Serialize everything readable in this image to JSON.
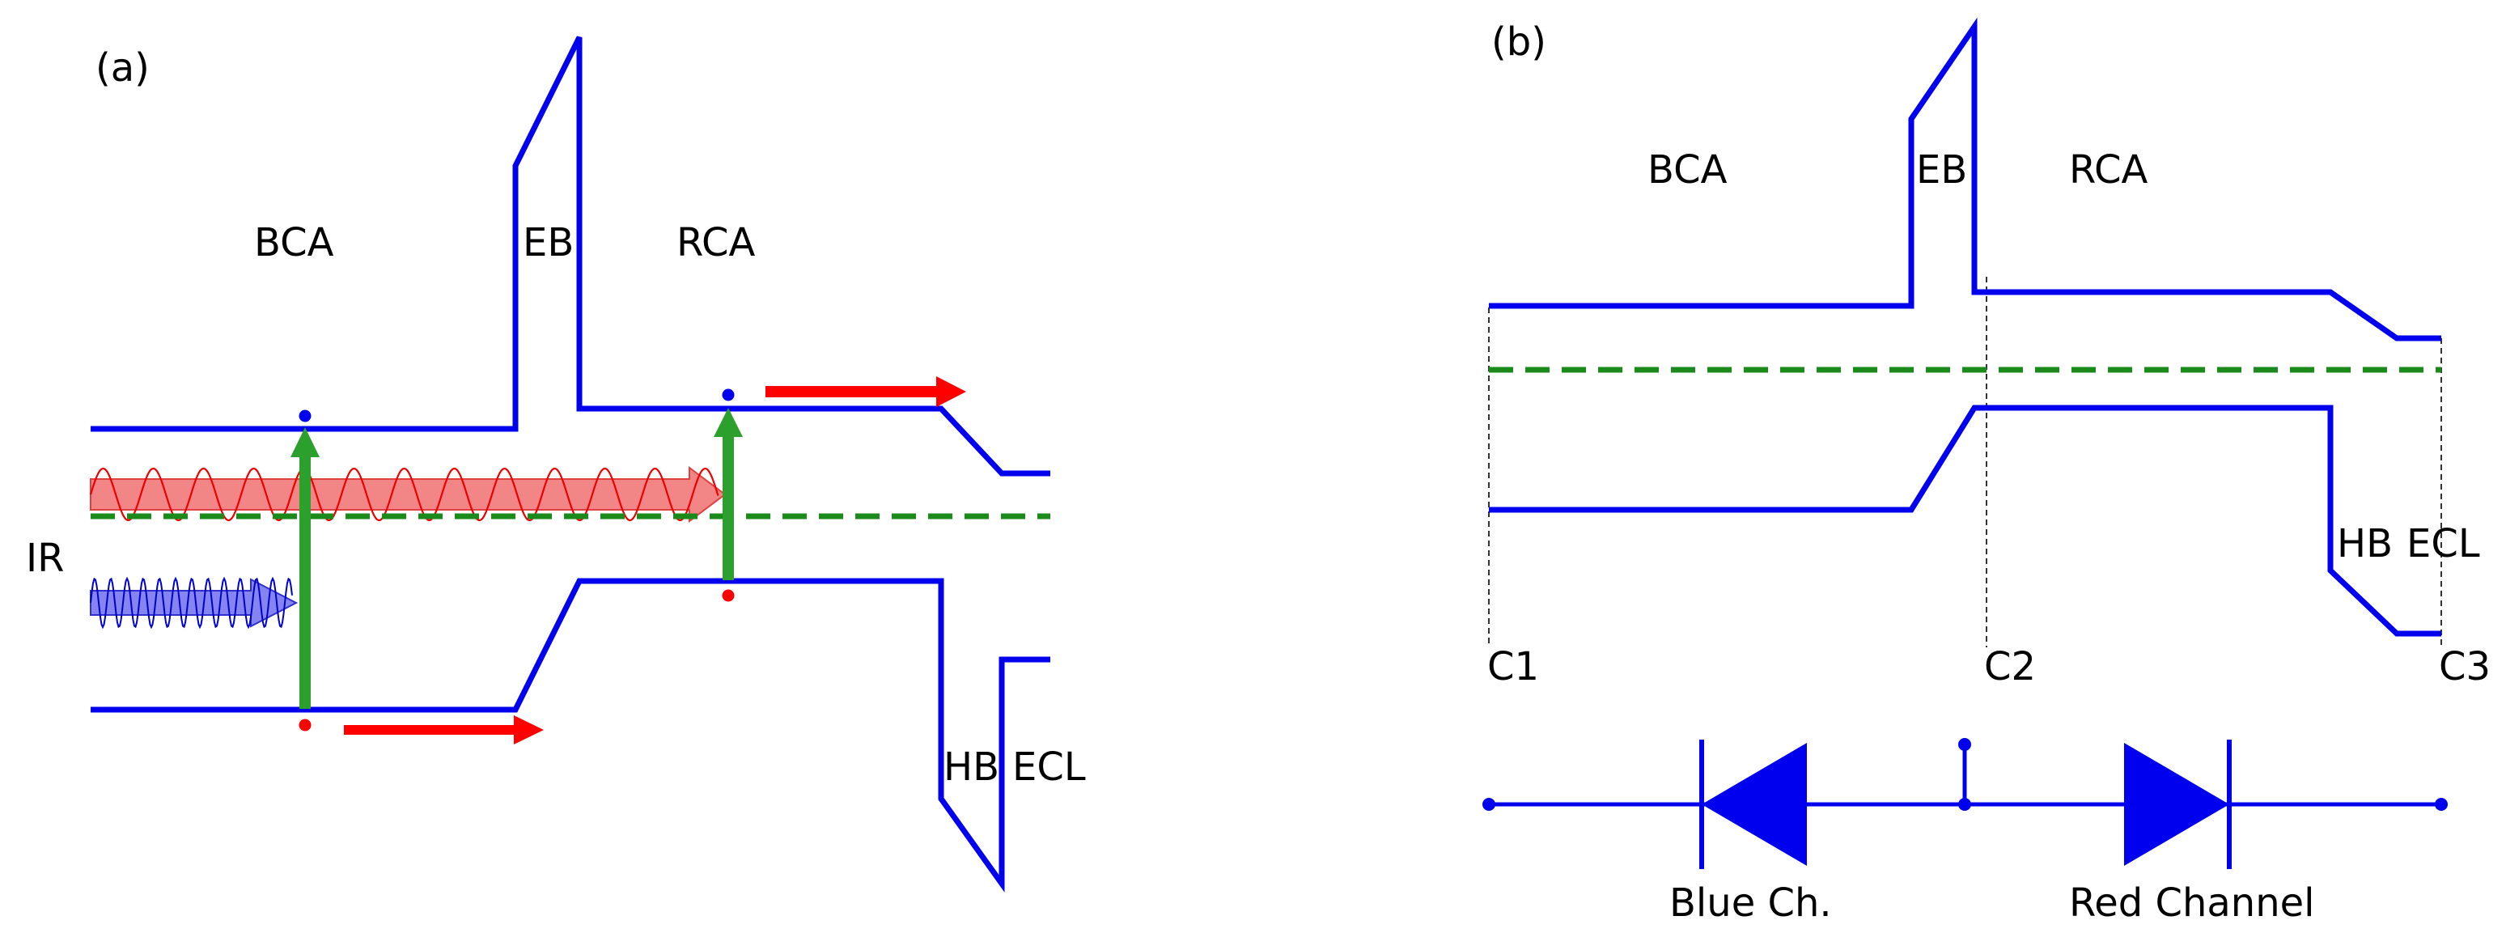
{
  "colors": {
    "band": "#0000ee",
    "fermi": "#1a8a1a",
    "transition": "#2ca02c",
    "electron": "#ff0000",
    "hole_dot": "#0000ee",
    "ir_red_band": "#f07070",
    "ir_blue_band": "#7070f0"
  },
  "panel_a": {
    "tag": "(a)",
    "ir_label": "IR",
    "bca_label": "BCA",
    "eb_label": "EB",
    "rca_label": "RCA",
    "hb_label": "HB",
    "ecl_label": "ECL"
  },
  "panel_b": {
    "tag": "(b)",
    "bca_label": "BCA",
    "eb_label": "EB",
    "rca_label": "RCA",
    "hb_label": "HB",
    "ecl_label": "ECL",
    "contacts": [
      "C1",
      "C2",
      "C3"
    ],
    "diode_left_label": "Blue Ch.",
    "diode_right_label": "Red Channel"
  }
}
